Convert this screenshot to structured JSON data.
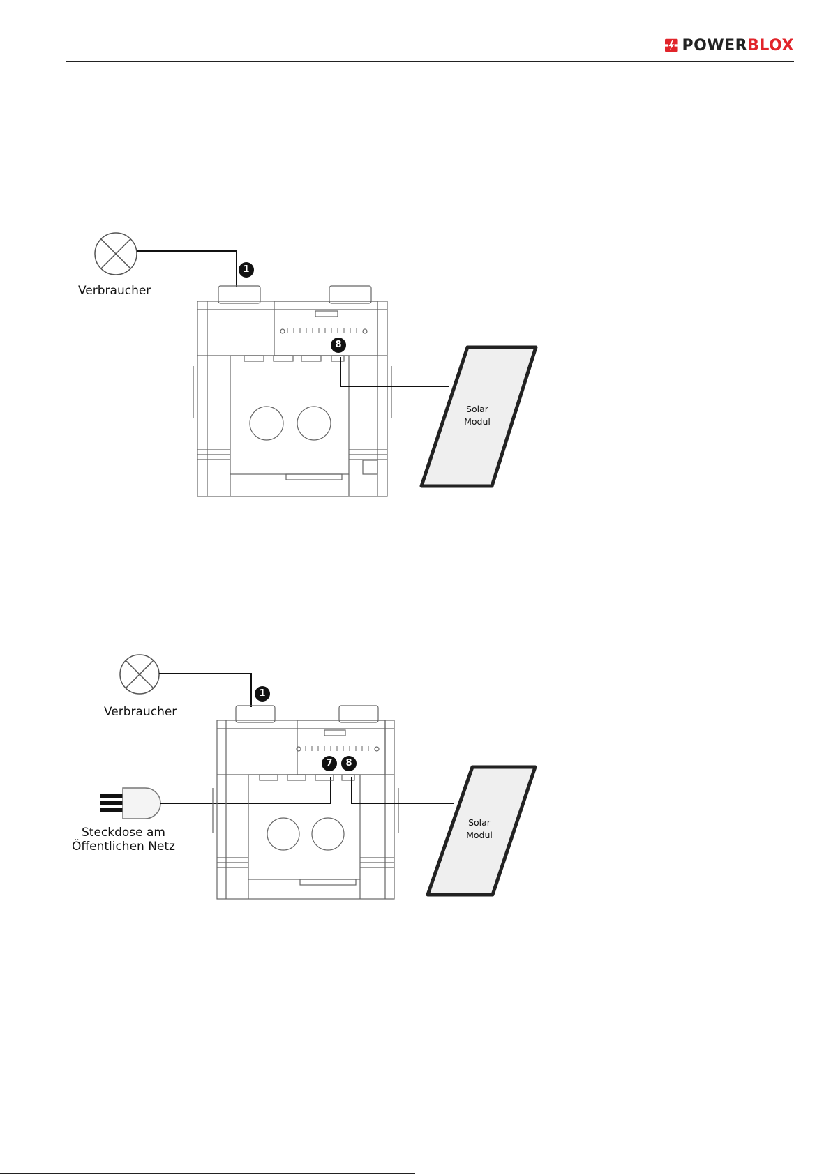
{
  "brand": {
    "name_part1": "POWER",
    "name_part2": "BLOX",
    "accent": "#e1242a",
    "icon": "bolt-logo-icon"
  },
  "diagram1": {
    "load_label": "Verbraucher",
    "solar_label_line1": "Solar",
    "solar_label_line2": "Modul",
    "port_load": "1",
    "port_solar": "8"
  },
  "diagram2": {
    "load_label": "Verbraucher",
    "grid_label_line1": "Steckdose am",
    "grid_label_line2": "Öffentlichen Netz",
    "solar_label_line1": "Solar",
    "solar_label_line2": "Modul",
    "port_load": "1",
    "port_grid": "7",
    "port_solar": "8"
  }
}
